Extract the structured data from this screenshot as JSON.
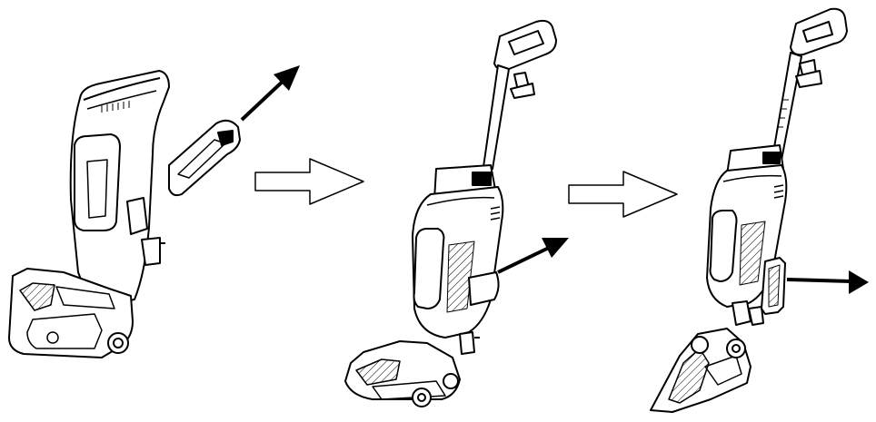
{
  "diagram": {
    "steps": [
      {
        "id": "step-1",
        "illustration": "vacuum-body-with-removed-part",
        "arrow": "remove-up-right"
      },
      {
        "id": "step-2",
        "illustration": "upright-vacuum-with-removed-part",
        "arrow": "remove-right"
      },
      {
        "id": "step-3",
        "illustration": "vacuum-tilted-with-removed-part",
        "arrow": "remove-right"
      }
    ],
    "transitions": [
      "hollow-right-arrow",
      "hollow-right-arrow"
    ],
    "colors": {
      "line": "#000000",
      "fill": "#ffffff",
      "shade": "#e8e8e8"
    }
  }
}
